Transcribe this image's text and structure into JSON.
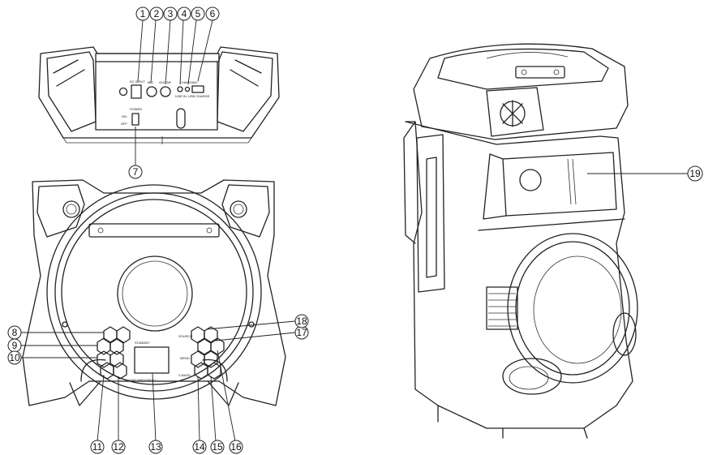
{
  "callouts": [
    "1",
    "2",
    "3",
    "4",
    "5",
    "6",
    "7",
    "8",
    "9",
    "10",
    "11",
    "12",
    "13",
    "14",
    "15",
    "16",
    "17",
    "18",
    "19"
  ],
  "labels": {
    "dc_input": "DC INPUT",
    "mic": "MIC",
    "guitar": "GUITAR",
    "line_in": "LINE IN",
    "charging": "CHARGING",
    "usb_charge": "USB CHARGE",
    "power": "POWER",
    "on": "ON",
    "off": "OFF",
    "standby": "STANDBY",
    "source": "SOURCE",
    "menu": "MENU",
    "x_bass": "X-BASS",
    "light_disco": "LIGHT DISCO/SOLL"
  }
}
